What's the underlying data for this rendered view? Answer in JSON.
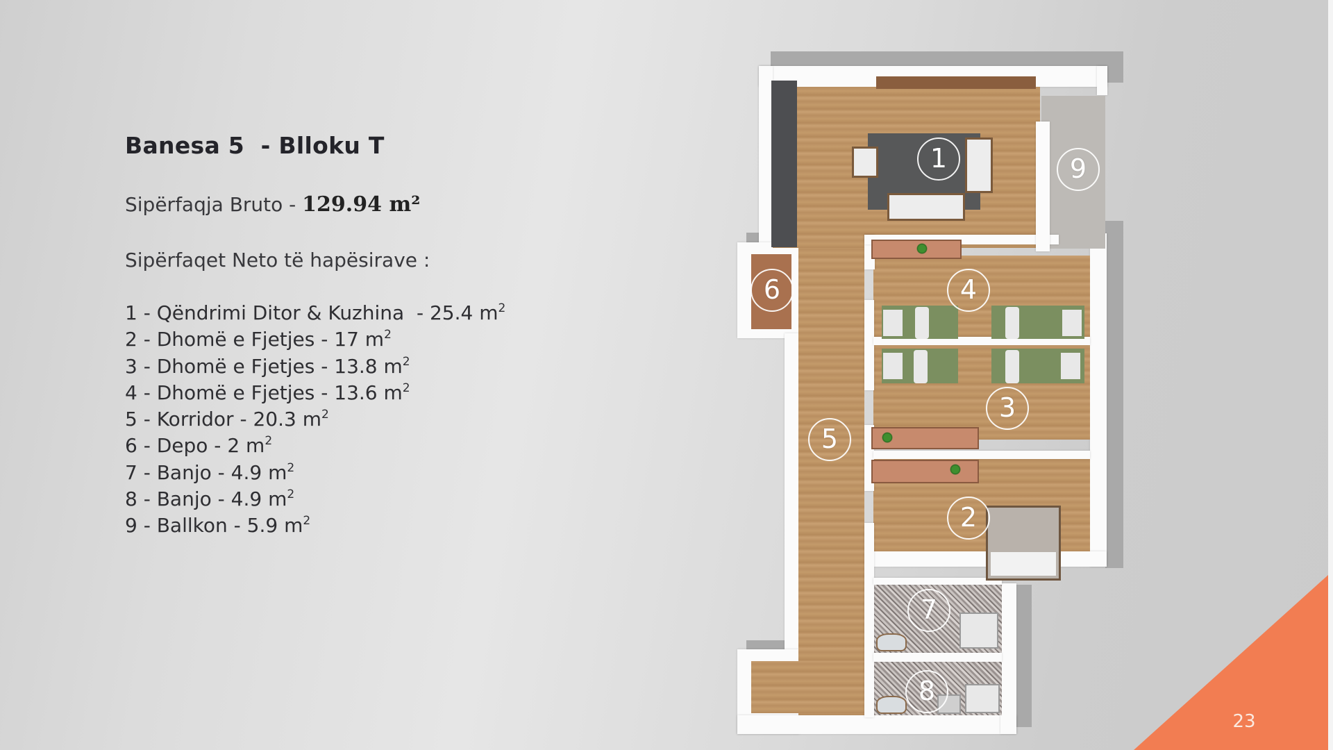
{
  "slide": {
    "title": "Banesa 5  - Blloku T",
    "gross_area": {
      "label": "Sipërfaqja Bruto - ",
      "value": "129.94",
      "unit": "m²"
    },
    "net_areas_heading": "Sipërfaqet Neto të hapësirave :",
    "rooms": [
      {
        "number": "1",
        "name": "Qëndrimi Ditor & Kuzhina ",
        "area": "25.4",
        "text": "1 - Qëndrimi Ditor & Kuzhina  - 25.4 m"
      },
      {
        "number": "2",
        "name": "Dhomë e Fjetjes",
        "area": "17",
        "text": "2 - Dhomë e Fjetjes - 17 m"
      },
      {
        "number": "3",
        "name": "Dhomë e Fjetjes",
        "area": "13.8",
        "text": "3 - Dhomë e Fjetjes - 13.8 m"
      },
      {
        "number": "4",
        "name": "Dhomë e Fjetjes",
        "area": "13.6",
        "text": "4 - Dhomë e Fjetjes - 13.6 m"
      },
      {
        "number": "5",
        "name": "Korridor",
        "area": "20.3",
        "text": "5 - Korridor - 20.3 m"
      },
      {
        "number": "6",
        "name": "Depo",
        "area": "2",
        "text": "6 - Depo - 2 m"
      },
      {
        "number": "7",
        "name": "Banjo",
        "area": "4.9",
        "text": "7 - Banjo - 4.9 m"
      },
      {
        "number": "8",
        "name": "Banjo",
        "area": "4.9",
        "text": "8 - Banjo - 4.9 m"
      },
      {
        "number": "9",
        "name": "Ballkon",
        "area": "5.9",
        "text": "9 - Ballkon - 5.9 m"
      }
    ],
    "area_superscript": "2",
    "page_number": "23"
  },
  "floor_plan": {
    "markers": [
      "1",
      "2",
      "3",
      "4",
      "5",
      "6",
      "7",
      "8",
      "9"
    ]
  },
  "colors": {
    "accent": "#F27D52",
    "background": "#DCDCDC",
    "text": "#2A2A2E",
    "floor_wood": "#BE9466",
    "walls": "#FBFBFB"
  }
}
